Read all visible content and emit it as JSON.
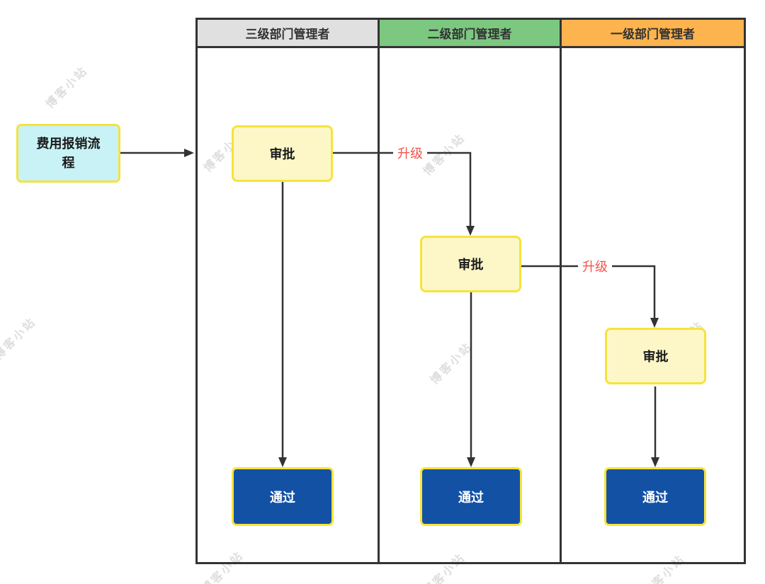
{
  "diagram_type": "swimlane-flowchart",
  "title_box": {
    "label": "费用报销流程"
  },
  "lanes": [
    {
      "label": "三级部门管理者",
      "header_color": "#e0e0e0"
    },
    {
      "label": "二级部门管理者",
      "header_color": "#7cc880"
    },
    {
      "label": "一级部门管理者",
      "header_color": "#feb44e"
    }
  ],
  "nodes": [
    {
      "id": "approval-lane1",
      "lane": "三级部门管理者",
      "type": "approval",
      "label": "审批"
    },
    {
      "id": "approval-lane2",
      "lane": "二级部门管理者",
      "type": "approval",
      "label": "审批"
    },
    {
      "id": "approval-lane3",
      "lane": "一级部门管理者",
      "type": "approval",
      "label": "审批"
    },
    {
      "id": "pass-lane1",
      "lane": "三级部门管理者",
      "type": "result",
      "label": "通过"
    },
    {
      "id": "pass-lane2",
      "lane": "二级部门管理者",
      "type": "result",
      "label": "通过"
    },
    {
      "id": "pass-lane3",
      "lane": "一级部门管理者",
      "type": "result",
      "label": "通过"
    }
  ],
  "edges": [
    {
      "from": "title-box",
      "to": "lane1-frame",
      "label": ""
    },
    {
      "from": "approval-lane1",
      "to": "approval-lane2",
      "label": "升级"
    },
    {
      "from": "approval-lane2",
      "to": "approval-lane3",
      "label": "升级"
    },
    {
      "from": "approval-lane1",
      "to": "pass-lane1",
      "label": ""
    },
    {
      "from": "approval-lane2",
      "to": "pass-lane2",
      "label": ""
    },
    {
      "from": "approval-lane3",
      "to": "pass-lane3",
      "label": ""
    }
  ],
  "colors": {
    "frame_border": "#333333",
    "lane1_header": "#e0e0e0",
    "lane2_header": "#7cc880",
    "lane3_header": "#feb44e",
    "approval_fill": "#fdf7c8",
    "node_border_yellow": "#f6e33b",
    "title_fill": "#c9f2f6",
    "pass_fill": "#1351a5",
    "edge_label_red": "#f2544b",
    "arrow": "#333333"
  },
  "watermark": {
    "text": "博客小站"
  }
}
